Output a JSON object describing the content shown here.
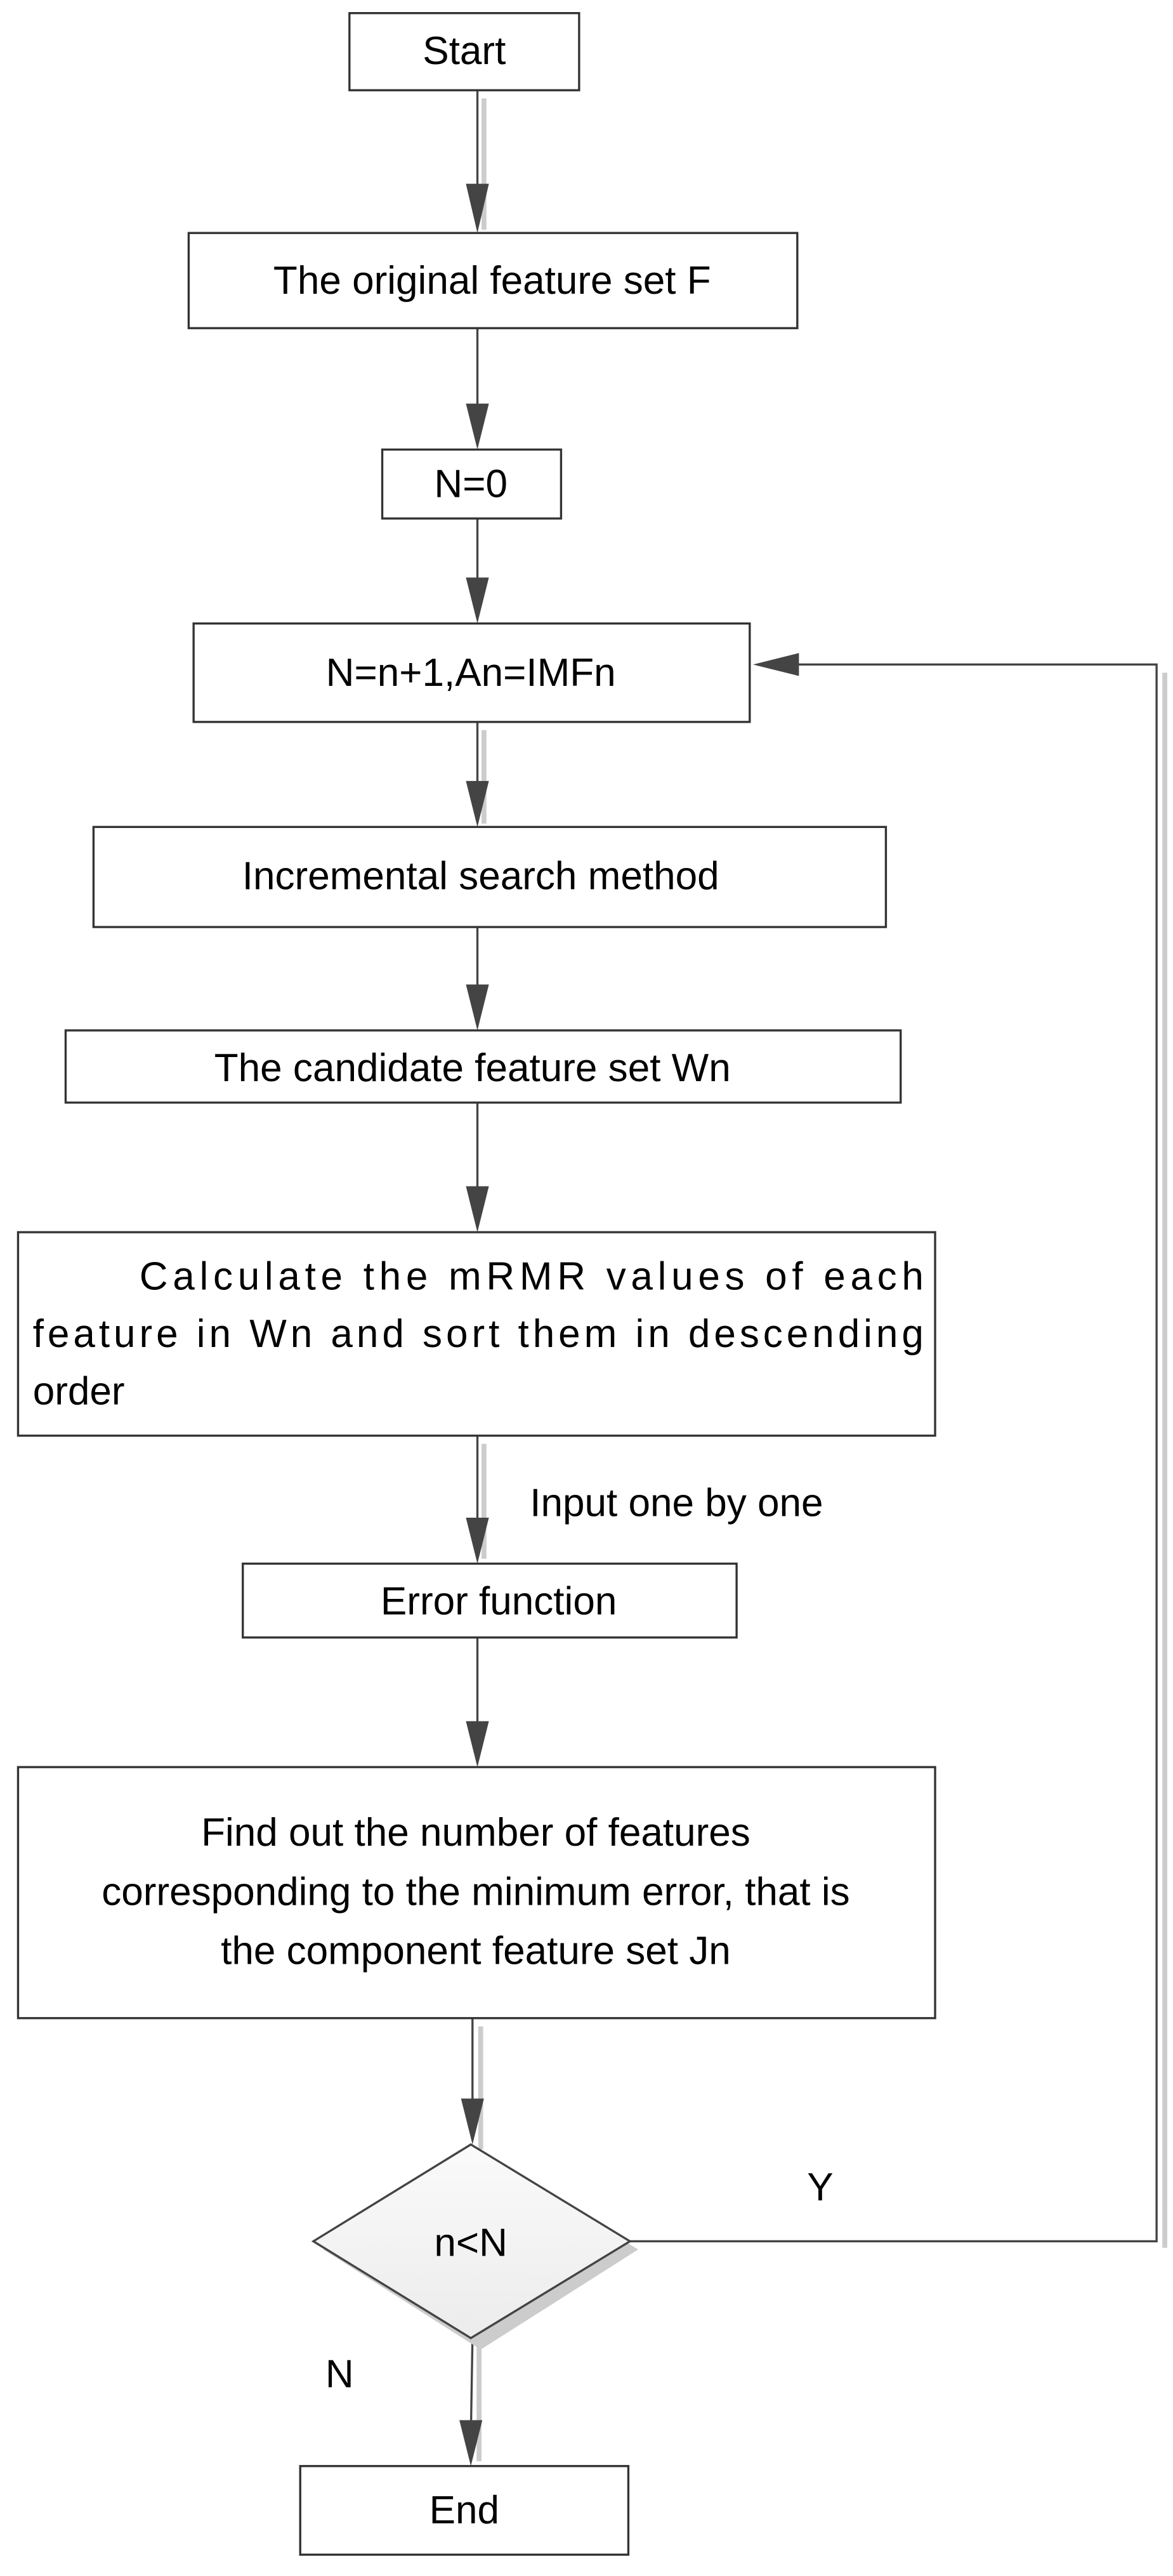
{
  "nodes": {
    "start": "Start",
    "original": "The original feature set F",
    "n0": "N=0",
    "increment": "N=n+1,An=IMFn",
    "incremental_search": "Incremental search method",
    "candidate": "The candidate feature set Wn",
    "calculate": [
      "Calculate the mRMR values of each",
      "feature in Wn and sort them in descending",
      "order"
    ],
    "error_function": "Error function",
    "find_out": [
      "Find out the number of features",
      "corresponding to the minimum error, that is",
      "the component feature set Jn"
    ],
    "decision": "n<N",
    "end": "End"
  },
  "edge_labels": {
    "input_one_by_one": "Input one by one",
    "yes": "Y",
    "no": "N"
  },
  "colors": {
    "stroke": "#444444",
    "diamond_fill_top": "#fafafa",
    "diamond_fill_bottom": "#ececec",
    "shadow": "#cccccc"
  }
}
